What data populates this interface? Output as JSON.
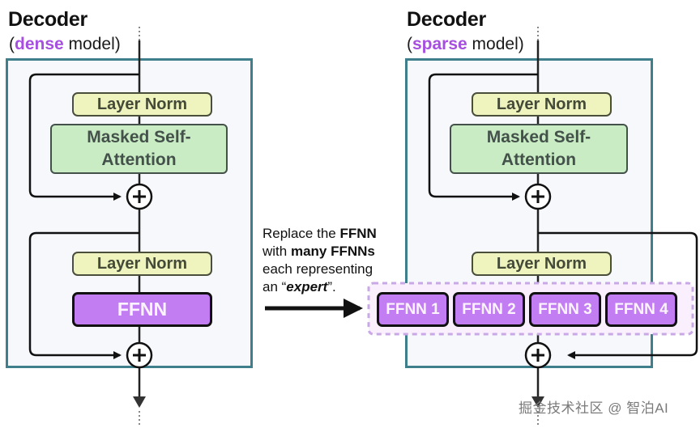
{
  "colors": {
    "accent_purple": "#a64fe0",
    "decoder_border": "#3f7f8c",
    "decoder_bg": "#f6f8fc",
    "layer_norm_fill": "#eff3bd",
    "attention_fill": "#c9ecc4",
    "ffnn_fill": "#c27df2",
    "expert_group_fill": "#f9effd",
    "expert_group_border": "#c9a8e6"
  },
  "left": {
    "title": "Decoder",
    "subtitle_open": "(",
    "subtitle_accent": "dense",
    "subtitle_rest": " model)",
    "layer_norm_1": "Layer Norm",
    "attention": "Masked Self-Attention",
    "layer_norm_2": "Layer Norm",
    "ffnn": "FFNN",
    "plus_symbol": "+"
  },
  "middle": {
    "line1_plain": "Replace the ",
    "line1_bold": "FFNN",
    "line2_plain": "with ",
    "line2_bold": "many FFNNs",
    "line3": "each representing",
    "line4_plain": "an “",
    "line4_bold_italic": "expert",
    "line4_end": "”."
  },
  "right": {
    "title": "Decoder",
    "subtitle_open": "(",
    "subtitle_accent": "sparse",
    "subtitle_rest": " model)",
    "layer_norm_1": "Layer Norm",
    "attention": "Masked Self-Attention",
    "layer_norm_2": "Layer Norm",
    "experts": [
      "FFNN 1",
      "FFNN 2",
      "FFNN 3",
      "FFNN 4"
    ],
    "plus_symbol": "+"
  },
  "watermark": "掘金技术社区 @ 智泊AI"
}
